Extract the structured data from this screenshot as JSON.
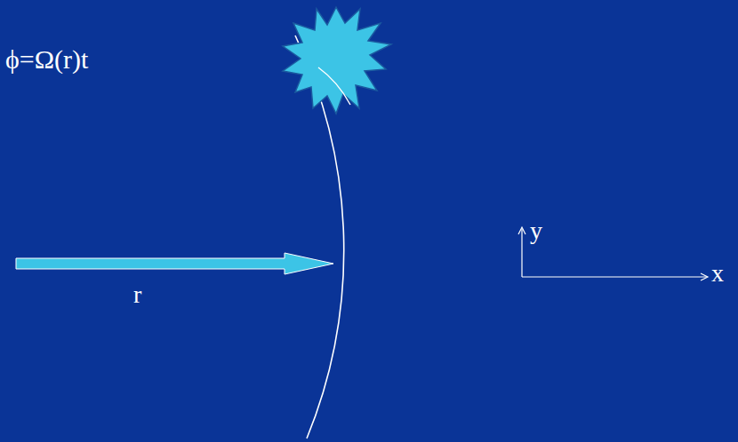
{
  "diagram": {
    "labels": [
      "ϕ=Ω(r)t",
      "r",
      "y",
      "x"
    ]
  }
}
